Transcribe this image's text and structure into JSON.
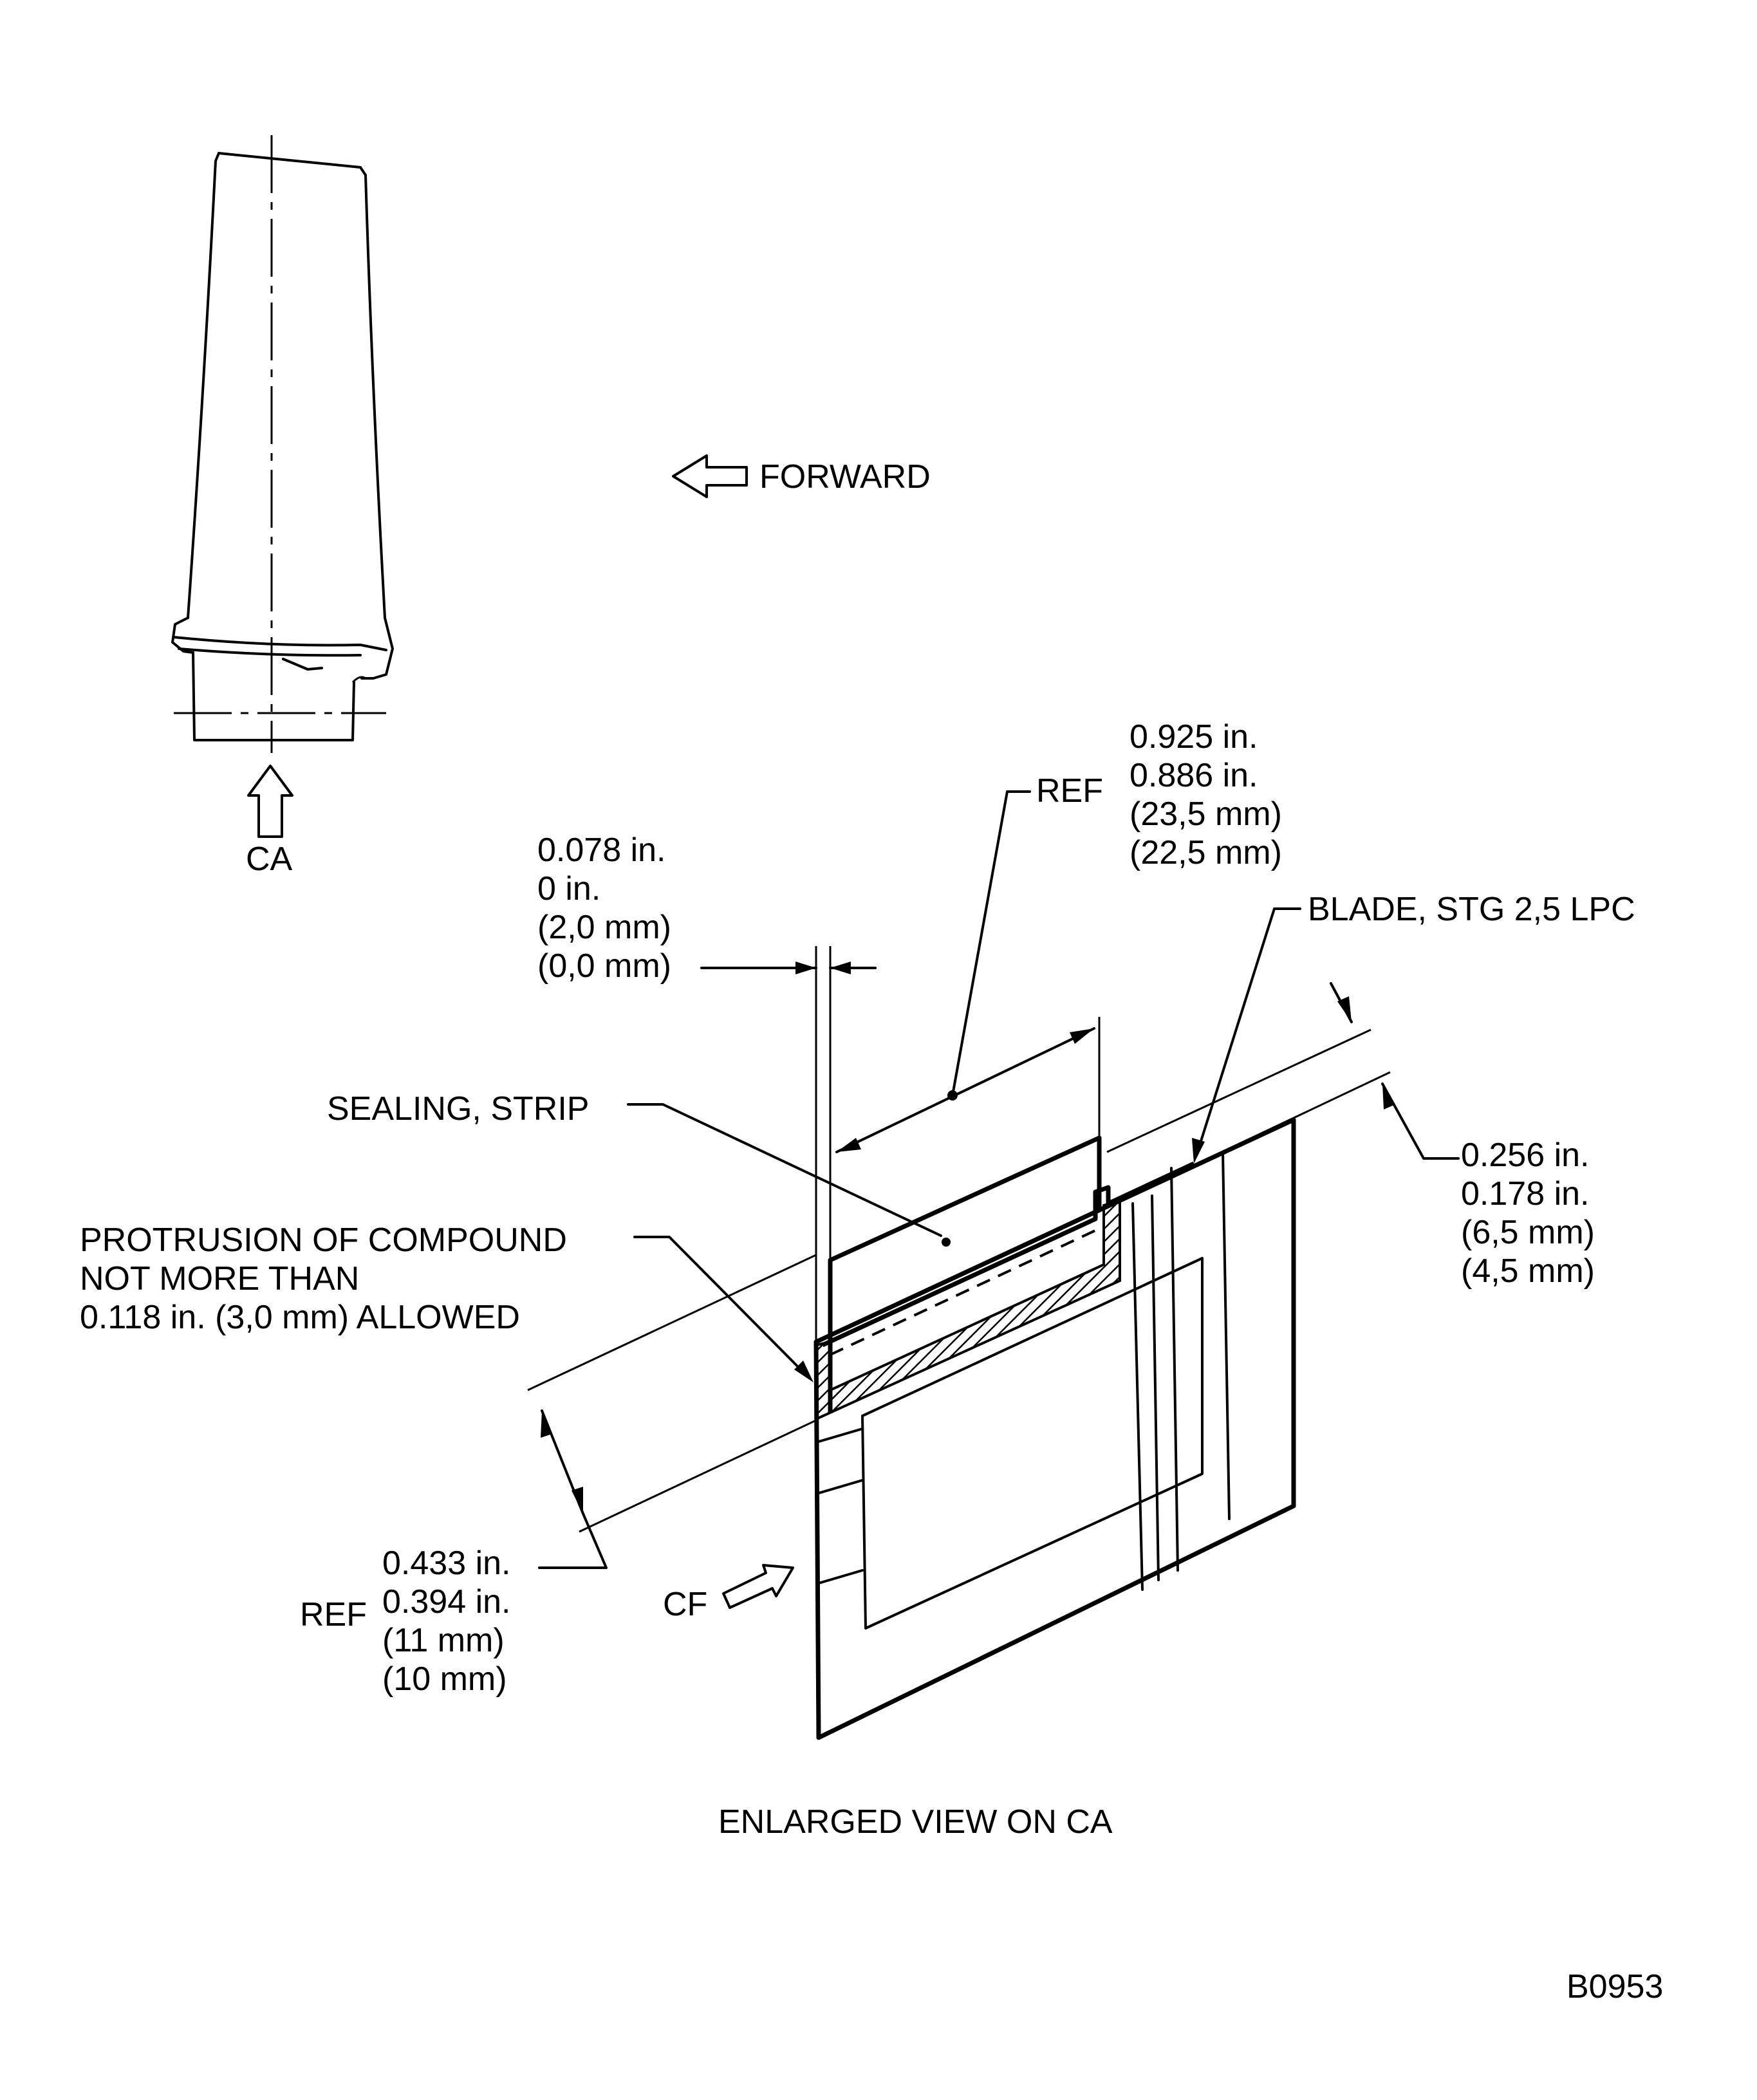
{
  "view_labels": {
    "view_arrow_a": "CA",
    "view_arrow_f": "CF",
    "forward": "FORWARD",
    "enlarged_view": "ENLARGED VIEW ON CA",
    "figure_id": "B0953"
  },
  "callouts": {
    "sealing_strip": "SEALING, STRIP",
    "blade": "BLADE, STG 2,5 LPC",
    "protrusion": [
      "PROTRUSION OF COMPOUND",
      "NOT MORE THAN",
      "0.118 in. (3,0 mm) ALLOWED"
    ]
  },
  "dimensions": {
    "gap": [
      "0.078 in.",
      "0 in.",
      "(2,0 mm)",
      "(0,0 mm)"
    ],
    "strip_length": {
      "ref": "REF",
      "values": [
        "0.925 in.",
        "0.886 in.",
        "(23,5 mm)",
        "(22,5 mm)"
      ]
    },
    "strip_height": [
      "0.256 in.",
      "0.178 in.",
      "(6,5 mm)",
      "(4,5 mm)"
    ],
    "platform_height": {
      "ref": "REF",
      "values": [
        "0.433 in.",
        "0.394 in.",
        "(11 mm)",
        "(10 mm)"
      ]
    }
  }
}
